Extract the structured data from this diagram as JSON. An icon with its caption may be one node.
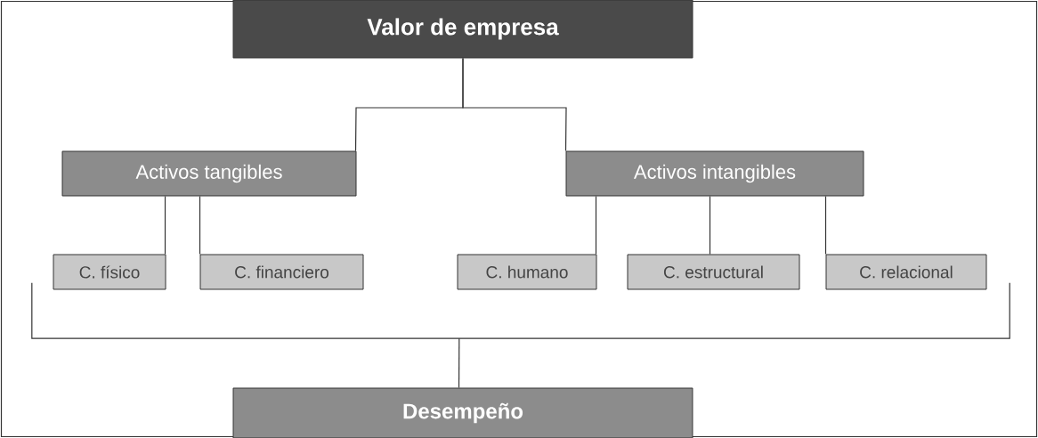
{
  "diagram": {
    "nodes": [
      {
        "text": [
          "Valor de empresa"
        ]
      },
      {
        "text": [
          "Activos tangibles"
        ]
      },
      {
        "text": [
          "Activos intangibles"
        ]
      },
      {
        "text": [
          "C. físico"
        ]
      },
      {
        "text": [
          "C. financiero"
        ]
      },
      {
        "text": [
          "C. humano"
        ]
      },
      {
        "text": [
          "C. estructural"
        ]
      },
      {
        "text": [
          "C. relacional"
        ]
      },
      {
        "text": [
          "Desempeño"
        ]
      },
      {
        "text": [],
        "shape": "bracket"
      }
    ],
    "edges": [
      {
        "from": 0,
        "to": 1,
        "arrow": "none"
      },
      {
        "from": 0,
        "to": 2,
        "arrow": "none"
      },
      {
        "from": 1,
        "to": 3,
        "arrow": "none"
      },
      {
        "from": 1,
        "to": 4,
        "arrow": "none"
      },
      {
        "from": 2,
        "to": 5,
        "arrow": "none"
      },
      {
        "from": 2,
        "to": 6,
        "arrow": "none"
      },
      {
        "from": 2,
        "to": 7,
        "arrow": "none"
      },
      {
        "from": 9,
        "to": 8,
        "arrow": "none"
      }
    ]
  }
}
